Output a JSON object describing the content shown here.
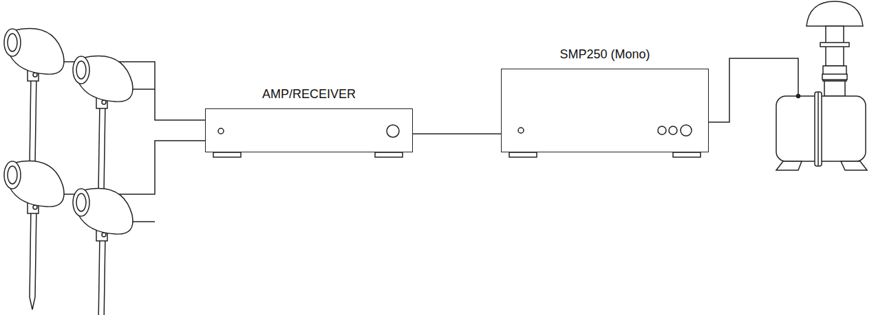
{
  "diagram": {
    "nodes": [
      {
        "text": [
          "AMP/RECEIVER"
        ]
      },
      {
        "text": [
          "SMP250 (Mono)"
        ]
      }
    ],
    "edges": [
      {
        "from": 0,
        "to": 1,
        "arrow": "none"
      }
    ]
  }
}
